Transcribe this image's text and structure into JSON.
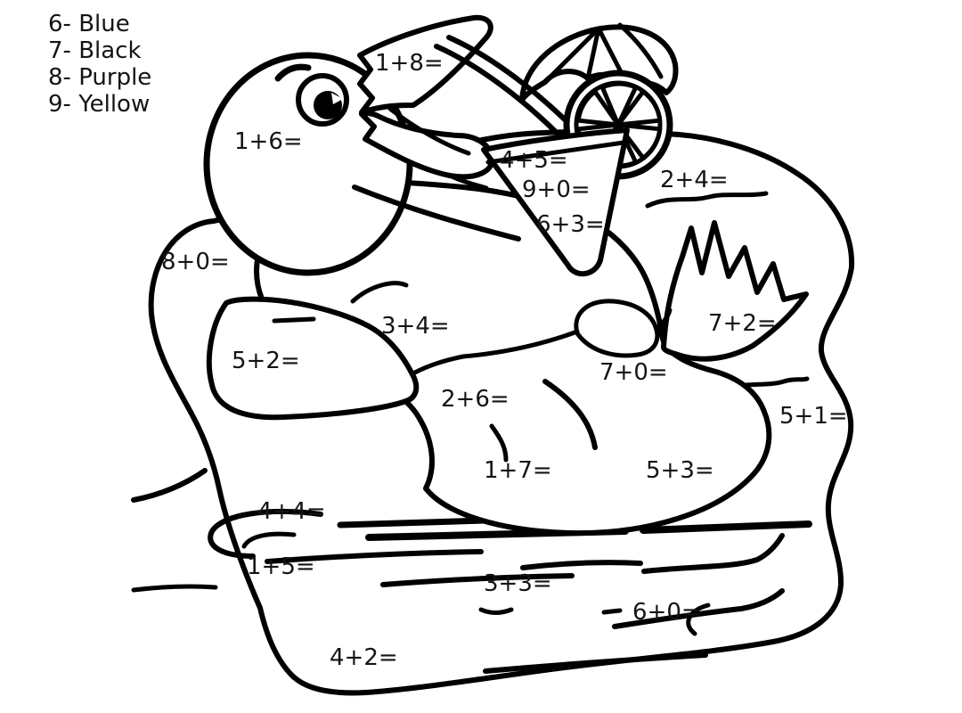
{
  "page": {
    "background": "#ffffff",
    "line_color": "#000000",
    "text_color": "#141414"
  },
  "color_key": {
    "items": [
      {
        "number": "6",
        "color_name": "Blue",
        "label": "6- Blue"
      },
      {
        "number": "7",
        "color_name": "Black",
        "label": "7- Black"
      },
      {
        "number": "8",
        "color_name": "Purple",
        "label": "8- Purple"
      },
      {
        "number": "9",
        "color_name": "Yellow",
        "label": "9- Yellow"
      }
    ]
  },
  "worksheet": {
    "kind": "color-by-number addition coloring page",
    "illustration": "duck-with-cocktail-cup-umbrella-lemon-slice-in-water",
    "problems": [
      {
        "label": "1+8="
      },
      {
        "label": "1+6="
      },
      {
        "label": "4+5="
      },
      {
        "label": "9+0="
      },
      {
        "label": "6+3="
      },
      {
        "label": "2+4="
      },
      {
        "label": "8+0="
      },
      {
        "label": "3+4="
      },
      {
        "label": "7+2="
      },
      {
        "label": "5+2="
      },
      {
        "label": "7+0="
      },
      {
        "label": "2+6="
      },
      {
        "label": "5+1="
      },
      {
        "label": "1+7="
      },
      {
        "label": "5+3="
      },
      {
        "label": "4+4="
      },
      {
        "label": "1+5="
      },
      {
        "label": "3+3="
      },
      {
        "label": "6+0="
      },
      {
        "label": "4+2="
      }
    ]
  }
}
